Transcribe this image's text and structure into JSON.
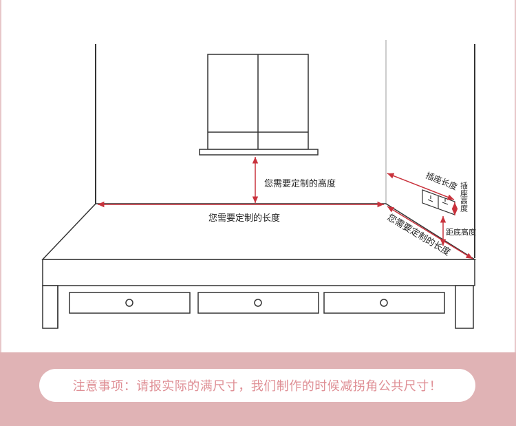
{
  "colors": {
    "accent": "#c9323c",
    "line": "#333333",
    "band": "#e0b3b5",
    "notice_text": "#df8f95",
    "frame": "#e7c7c9"
  },
  "labels": {
    "window_height": "您需要定制的高度",
    "back_length": "您需要定制的长度",
    "side_length": "您需要定制的长度",
    "socket_length": "插座长度",
    "socket_height": "插座高度",
    "bottom_distance": "距底高度"
  },
  "notice": {
    "text": "注意事项：请报实际的满尺寸，我们制作的时候减拐角公共尺寸！"
  },
  "icons": {
    "window": "window-icon",
    "socket": "power-socket-icon",
    "drawer_knob": "drawer-knob-icon"
  },
  "drawers": {
    "count": 3
  }
}
